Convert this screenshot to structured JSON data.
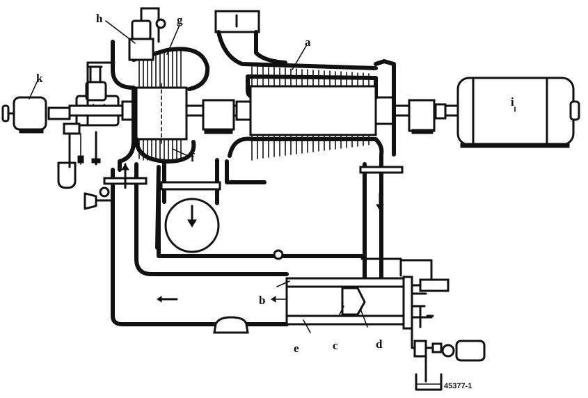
{
  "diagram": {
    "labels": {
      "a": "a",
      "b": "b",
      "c": "c",
      "d": "d",
      "e": "e",
      "f": "f",
      "g": "g",
      "h": "h",
      "i": "i",
      "k": "k"
    },
    "figure_number": "45377-1",
    "line_color": "#111111",
    "background_color": "#ffffff"
  }
}
